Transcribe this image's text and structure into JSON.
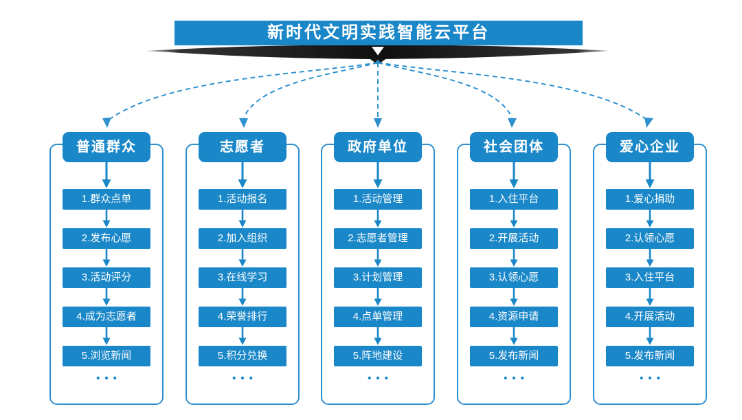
{
  "title": "新时代文明实践智能云平台",
  "more_label": "•••",
  "colors": {
    "primary": "#1a87c8",
    "connector": "#2e90cf",
    "frame": "#2f90cd",
    "ribbon": "#161616"
  },
  "columns": [
    {
      "header": "普通群众",
      "items": [
        "1.群众点单",
        "2.发布心愿",
        "3.活动评分",
        "4.成为志愿者",
        "5.浏览新闻"
      ]
    },
    {
      "header": "志愿者",
      "items": [
        "1.活动报名",
        "2.加入组织",
        "3.在线学习",
        "4.荣誉排行",
        "5.积分兑换"
      ]
    },
    {
      "header": "政府单位",
      "items": [
        "1.活动管理",
        "2.志愿者管理",
        "3.计划管理",
        "4.点单管理",
        "5.阵地建设"
      ]
    },
    {
      "header": "社会团体",
      "items": [
        "1.入住平台",
        "2.开展活动",
        "3.认领心愿",
        "4.资源申请",
        "5.发布新闻"
      ]
    },
    {
      "header": "爱心企业",
      "items": [
        "1.爱心捐助",
        "2.认领心愿",
        "3.入住平台",
        "4.开展活动",
        "5.发布新闻"
      ]
    }
  ]
}
